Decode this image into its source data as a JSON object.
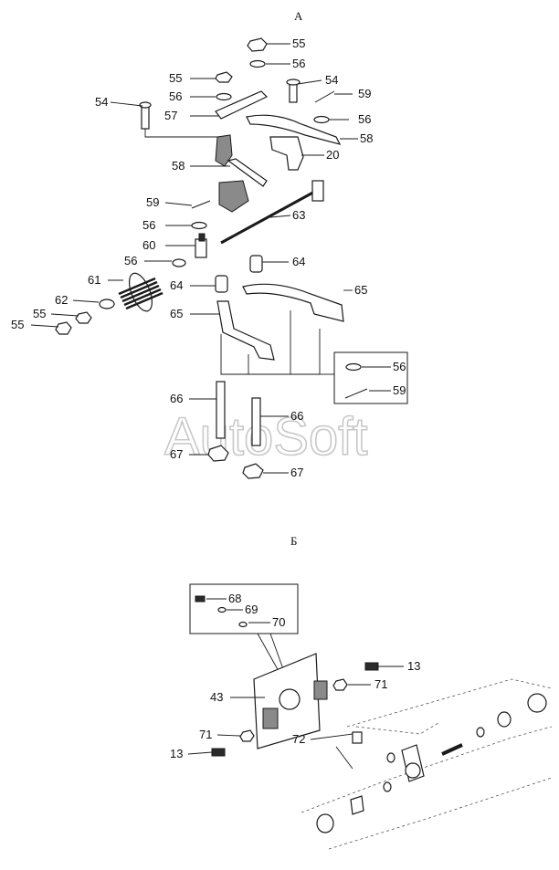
{
  "sections": {
    "a": "А",
    "b": "Б"
  },
  "watermark": "AutoSoft",
  "callouts_a": [
    {
      "id": "n55a",
      "text": "55"
    },
    {
      "id": "n56a",
      "text": "56"
    },
    {
      "id": "n55b",
      "text": "55"
    },
    {
      "id": "n54a",
      "text": "54"
    },
    {
      "id": "n54b",
      "text": "54"
    },
    {
      "id": "n56b",
      "text": "56"
    },
    {
      "id": "n59a",
      "text": "59"
    },
    {
      "id": "n57",
      "text": "57"
    },
    {
      "id": "n56c",
      "text": "56"
    },
    {
      "id": "n58a",
      "text": "58"
    },
    {
      "id": "n20",
      "text": "20"
    },
    {
      "id": "n58b",
      "text": "58"
    },
    {
      "id": "n59b",
      "text": "59"
    },
    {
      "id": "n63",
      "text": "63"
    },
    {
      "id": "n56d",
      "text": "56"
    },
    {
      "id": "n60",
      "text": "60"
    },
    {
      "id": "n56e",
      "text": "56"
    },
    {
      "id": "n64a",
      "text": "64"
    },
    {
      "id": "n61",
      "text": "61"
    },
    {
      "id": "n64b",
      "text": "64"
    },
    {
      "id": "n65a",
      "text": "65"
    },
    {
      "id": "n62",
      "text": "62"
    },
    {
      "id": "n55c",
      "text": "55"
    },
    {
      "id": "n55d",
      "text": "55"
    },
    {
      "id": "n65b",
      "text": "65"
    },
    {
      "id": "n56f",
      "text": "56"
    },
    {
      "id": "n59c",
      "text": "59"
    },
    {
      "id": "n66a",
      "text": "66"
    },
    {
      "id": "n66b",
      "text": "66"
    },
    {
      "id": "n67a",
      "text": "67"
    },
    {
      "id": "n67b",
      "text": "67"
    }
  ],
  "callouts_b": [
    {
      "id": "n68",
      "text": "68"
    },
    {
      "id": "n69",
      "text": "69"
    },
    {
      "id": "n70",
      "text": "70"
    },
    {
      "id": "n13a",
      "text": "13"
    },
    {
      "id": "n43",
      "text": "43"
    },
    {
      "id": "n71a",
      "text": "71"
    },
    {
      "id": "n71b",
      "text": "71"
    },
    {
      "id": "n72",
      "text": "72"
    },
    {
      "id": "n13b",
      "text": "13"
    }
  ]
}
